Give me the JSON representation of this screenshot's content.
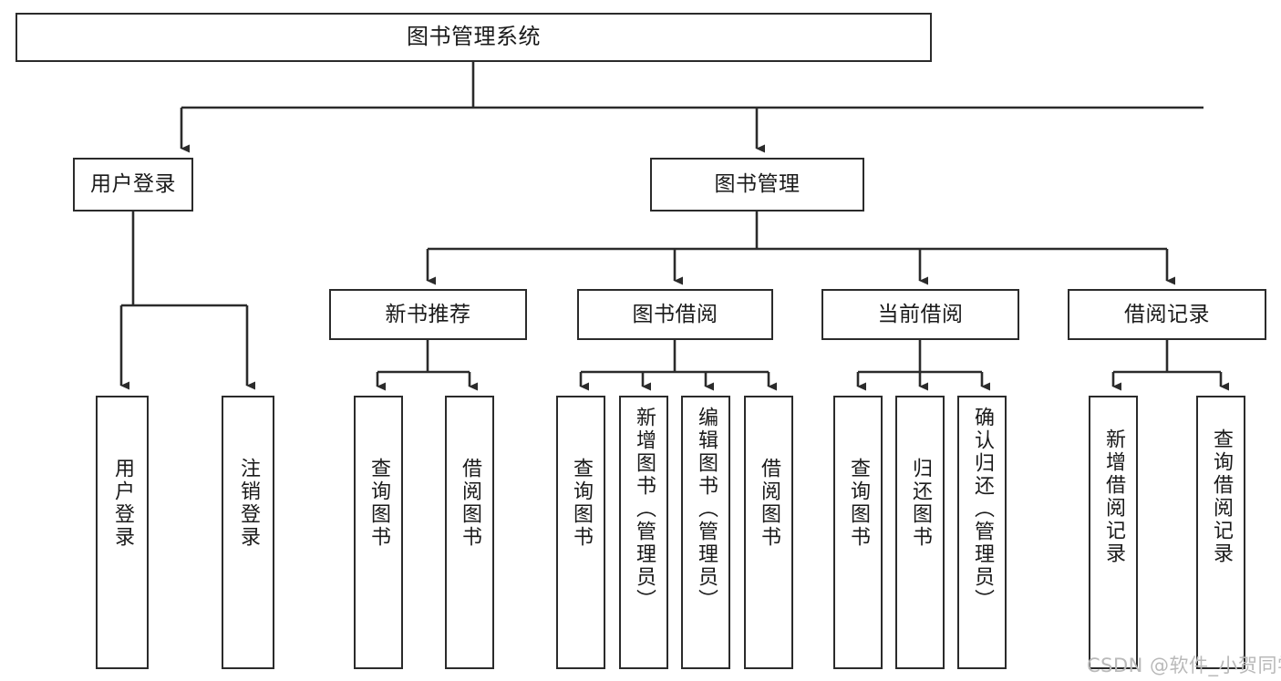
{
  "diagram": {
    "title": "图书管理系统",
    "type": "hierarchy-tree",
    "background_color": "#ffffff",
    "box_border_color": "#2b2b2b",
    "connector_color": "#2b2b2b",
    "text_color": "#1a1a1a"
  },
  "nodes": {
    "root": {
      "label": "图书管理系统",
      "level": 0
    },
    "level1": [
      {
        "id": "user-login",
        "label": "用户登录"
      },
      {
        "id": "book-management",
        "label": "图书管理"
      }
    ],
    "level2": [
      {
        "id": "new-book-recommend",
        "label": "新书推荐"
      },
      {
        "id": "book-borrow",
        "label": "图书借阅"
      },
      {
        "id": "current-borrow",
        "label": "当前借阅"
      },
      {
        "id": "borrow-record",
        "label": "借阅记录"
      }
    ],
    "leaves": {
      "user_login": [
        {
          "id": "leaf-user-login",
          "label": "用户登录"
        },
        {
          "id": "leaf-logout",
          "label": "注销登录"
        }
      ],
      "new_book_recommend": [
        {
          "id": "leaf-query-book-1",
          "label": "查询图书"
        },
        {
          "id": "leaf-borrow-book-1",
          "label": "借阅图书"
        }
      ],
      "book_borrow": [
        {
          "id": "leaf-query-book-2",
          "label": "查询图书"
        },
        {
          "id": "leaf-add-book",
          "label": "新增图书（管理员）"
        },
        {
          "id": "leaf-edit-book",
          "label": "编辑图书（管理员）"
        },
        {
          "id": "leaf-borrow-book-2",
          "label": "借阅图书"
        }
      ],
      "current_borrow": [
        {
          "id": "leaf-query-book-3",
          "label": "查询图书"
        },
        {
          "id": "leaf-return-book",
          "label": "归还图书"
        },
        {
          "id": "leaf-confirm-return",
          "label": "确认归还（管理员）"
        }
      ],
      "borrow_record": [
        {
          "id": "leaf-add-record",
          "label": "新增借阅记录"
        },
        {
          "id": "leaf-query-record",
          "label": "查询借阅记录"
        }
      ]
    }
  },
  "watermark": {
    "text": "CSDN @软件_小贺同学"
  }
}
